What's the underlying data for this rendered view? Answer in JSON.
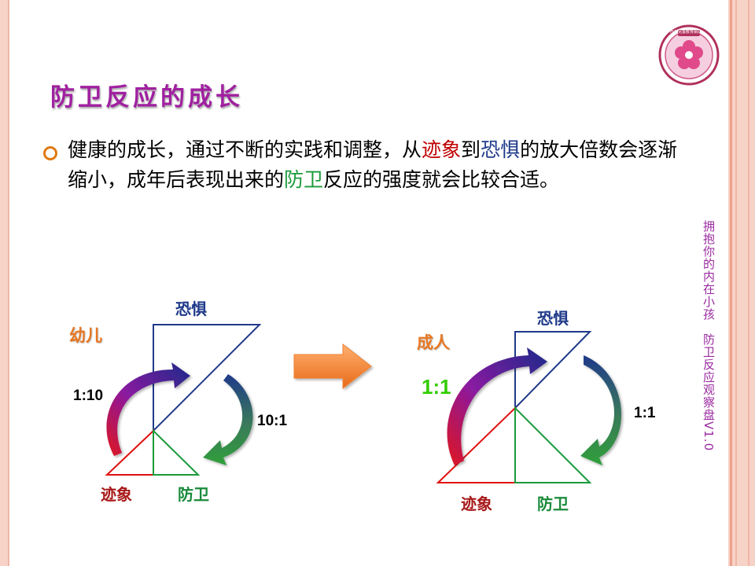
{
  "slide": {
    "title": "防卫反应的成长",
    "bullet": {
      "seg1": "健康的成长，通过不断的实践和调整，从",
      "seg2_red": "迹象",
      "seg3": "到",
      "seg4_navy": "恐惧",
      "seg5": "的放大倍数会逐渐缩小，成年后表现出来的",
      "seg6_green": "防卫",
      "seg7": "反应的强度就会比较合适。"
    },
    "side_text_1": "拥抱你的内在小孩",
    "side_text_2": "防卫反应观察盘V1.0",
    "logo_caption": "內在兒童教育網站"
  },
  "diagram": {
    "child": {
      "stage_label": "幼儿",
      "fear_label": "恐惧",
      "sign_label": "迹象",
      "defense_label": "防卫",
      "ratio_up": "1:10",
      "ratio_down": "10:1"
    },
    "adult": {
      "stage_label": "成人",
      "fear_label": "恐惧",
      "sign_label": "迹象",
      "defense_label": "防卫",
      "ratio_up": "1:1",
      "ratio_down": "1:1"
    }
  },
  "colors": {
    "title": "#a020a0",
    "sign_red": "#e01010",
    "fear_navy": "#1f3a8a",
    "defense_green": "#1a9a3a",
    "arrow_orange": "#f08030",
    "border_pink": "#f4c6b8"
  }
}
